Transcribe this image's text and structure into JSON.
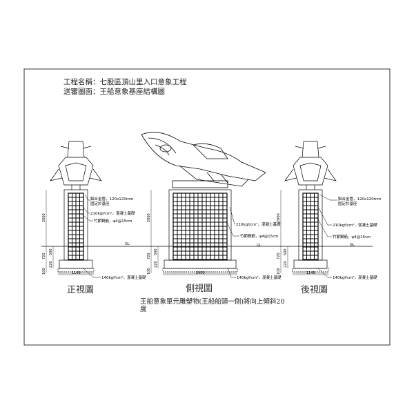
{
  "header": {
    "project": "工程名稱：七股區頂山里入口意象工程",
    "drawing": "送審圖面：王船意象基座結構圖"
  },
  "labels": {
    "pipe": "鋁合金管，120x120mm",
    "pipe2": "固定於基座",
    "concrete210": "210kgf/cm²，混凝土基礎",
    "rebar": "竹節鋼筋，ψ4@15cm",
    "concrete140": "140kgf/cm²，混凝土基礎",
    "gl": "GL"
  },
  "dimensions": {
    "h2000": "2000",
    "h720": "720",
    "h500": "500",
    "h220": "220",
    "h100": "100",
    "w1149": "1149",
    "w2400": "2400"
  },
  "views": {
    "front": "正視圖",
    "side": "側視圖",
    "back": "後視圖"
  },
  "note": "王船意象單元雕塑物(王船船頭一側)將向上傾斜20",
  "note2": "度"
}
